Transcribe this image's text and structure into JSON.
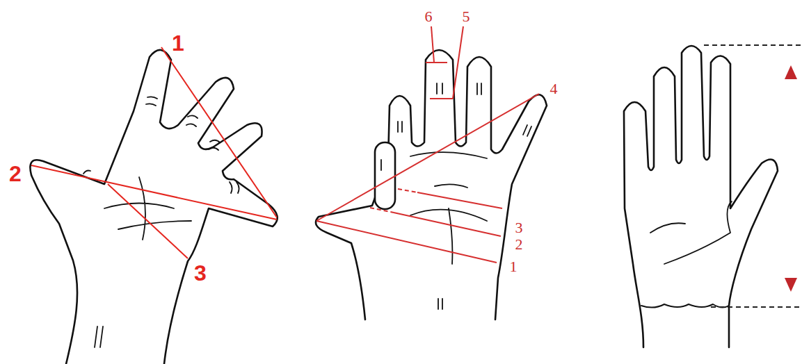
{
  "diagram": {
    "labels": [
      "1",
      "2",
      "3",
      "6",
      "5",
      "4",
      "3",
      "2",
      "1"
    ]
  }
}
